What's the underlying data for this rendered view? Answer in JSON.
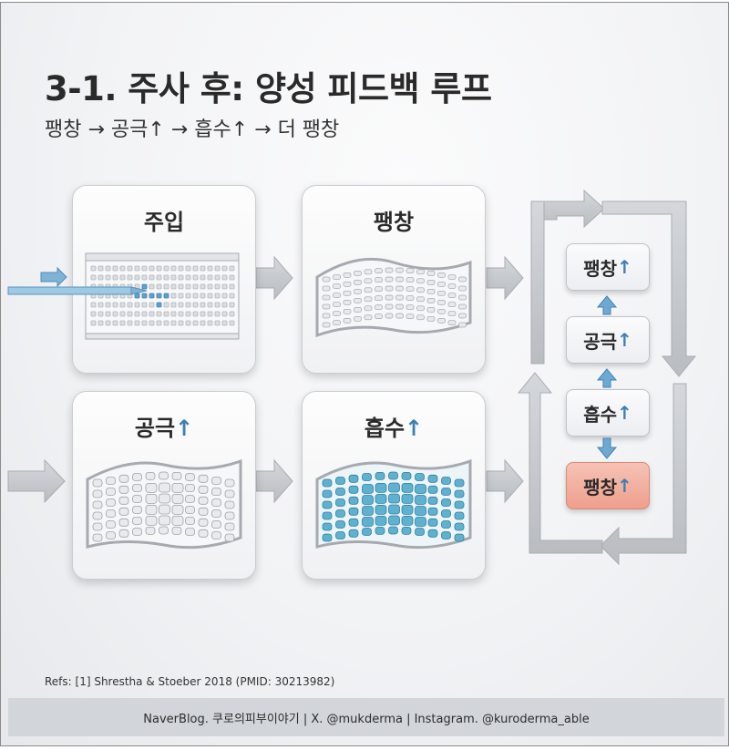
{
  "title": "3-1. 주사 후: 양성 피드백 루프",
  "subtitle": "팽창 → 공극↑ → 흡수↑ → 더 팽창",
  "panels": {
    "injection": {
      "label": "주입"
    },
    "expansion": {
      "label": "팽창"
    },
    "pores": {
      "label": "공극",
      "arrow": "↑"
    },
    "absorption": {
      "label": "흡수",
      "arrow": "↑"
    }
  },
  "loop": {
    "items": [
      {
        "label": "팽창",
        "arrow": "↑"
      },
      {
        "label": "공극",
        "arrow": "↑"
      },
      {
        "label": "흡수",
        "arrow": "↑"
      },
      {
        "label": "팽창",
        "arrow": "↑"
      }
    ]
  },
  "refs": "Refs: [1] Shrestha & Stoeber 2018 (PMID: 30213982)",
  "footer": "NaverBlog. 쿠로의피부이야기 | X. @mukderma | Instagram. @kuroderma_able",
  "colors": {
    "accent_blue": "#3b7fb6",
    "cell_blue": "#5fb2cf",
    "highlight": "#f0a594",
    "arrow_gray": "#c6c9cd"
  }
}
